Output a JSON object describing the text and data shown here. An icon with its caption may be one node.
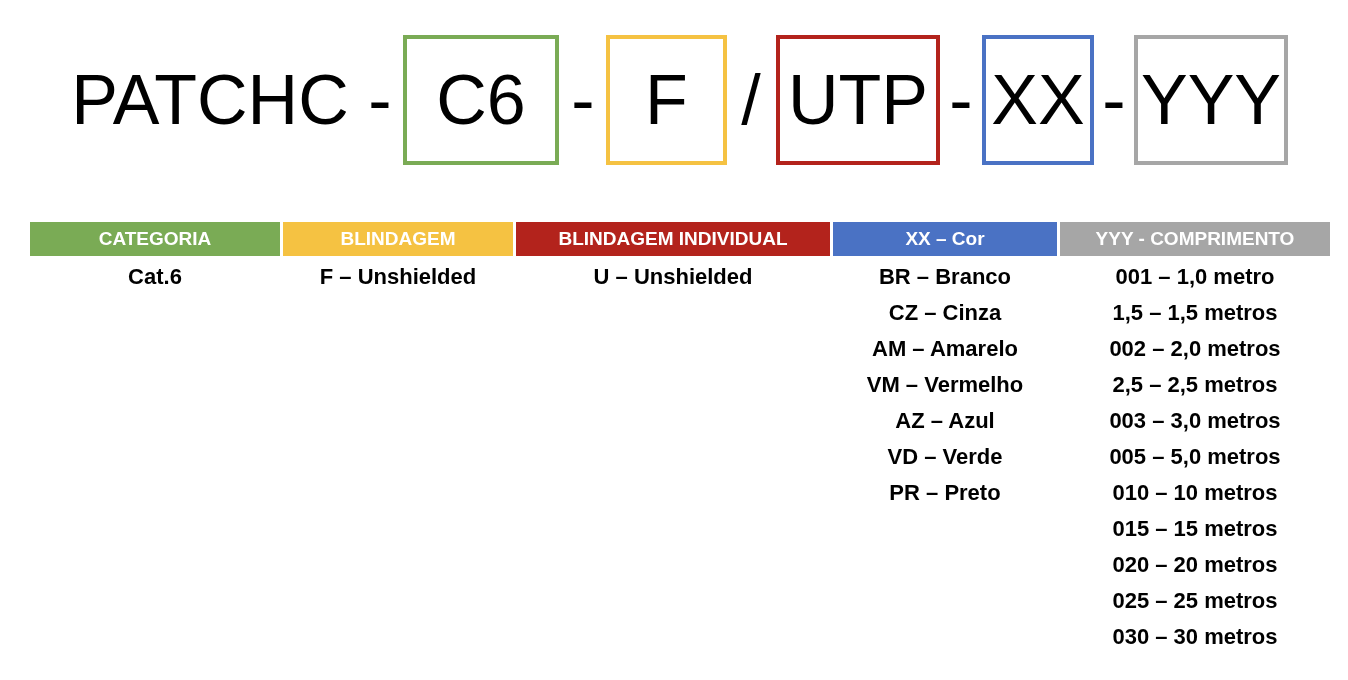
{
  "diagram": {
    "nodes": [
      {
        "text": [
          "C6"
        ]
      },
      {
        "text": [
          "F"
        ]
      },
      {
        "text": [
          "UTP"
        ]
      },
      {
        "text": [
          "XX"
        ]
      },
      {
        "text": [
          "YYY"
        ]
      },
      {
        "text": [
          "CATEGORIA"
        ],
        "beside": [
          "Cat.6"
        ]
      },
      {
        "text": [
          "BLINDAGEM"
        ],
        "beside": [
          "F – Unshielded"
        ]
      },
      {
        "text": [
          "BLINDAGEM INDIVIDUAL"
        ],
        "beside": [
          "U – Unshielded"
        ]
      },
      {
        "text": [
          "XX – Cor"
        ],
        "beside": [
          "BR – Branco",
          "CZ – Cinza",
          "AM – Amarelo",
          "VM – Vermelho",
          "AZ – Azul",
          "VD – Verde",
          "PR – Preto"
        ]
      },
      {
        "text": [
          "YYY - COMPRIMENTO"
        ],
        "beside": [
          "001 – 1,0 metro",
          "1,5 – 1,5 metros",
          "002 – 2,0 metros",
          "2,5 – 2,5 metros",
          "003 – 3,0 metros",
          "005 – 5,0 metros",
          "010 – 10 metros",
          "015 – 15 metros",
          "020 – 20 metros",
          "025 – 25 metros",
          "030 – 30 metros"
        ]
      }
    ],
    "edges": [],
    "labels": [
      "PATCHC",
      "-",
      "-",
      "/",
      "-",
      "-"
    ]
  }
}
